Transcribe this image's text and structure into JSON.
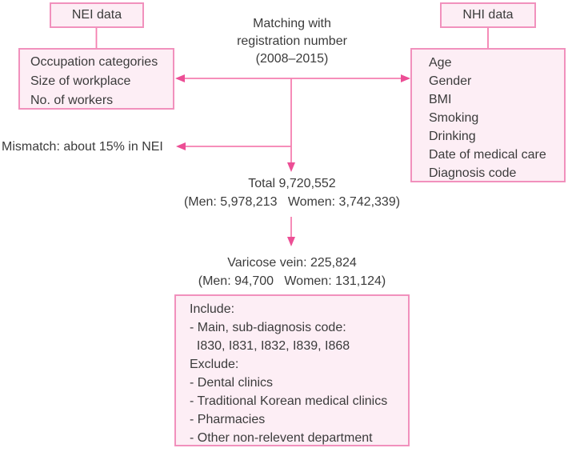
{
  "diagram": {
    "nei": {
      "title": "NEI data",
      "attributes": [
        "Occupation categories",
        "Size of workplace",
        "No. of workers"
      ]
    },
    "nhi": {
      "title": "NHI data",
      "attributes": [
        "Age",
        "Gender",
        "BMI",
        "Smoking",
        "Drinking",
        "Date of medical care",
        "Diagnosis code"
      ]
    },
    "matching": {
      "line1": "Matching with",
      "line2": "registration number",
      "line3": "(2008–2015)"
    },
    "mismatch_label": "Mismatch: about 15% in NEI",
    "total": {
      "line1": "Total 9,720,552",
      "line2": "(Men: 5,978,213   Women: 3,742,339)"
    },
    "varicose": {
      "line1": "Varicose vein: 225,824",
      "line2": "(Men: 94,700   Women: 131,124)"
    },
    "criteria": {
      "lines": [
        "Include:",
        "- Main, sub-diagnosis code:",
        "  I830, I831, I832, I839, I868",
        "Exclude:",
        "- Dental clinics",
        "- Traditional Korean medical clinics",
        "- Pharmacies",
        "- Other non-relevent department"
      ]
    },
    "colors": {
      "box_fill": "#fdeef5",
      "box_border": "#f191bd",
      "arrow_line": "#f57fb0",
      "arrow_head": "#ec4e95",
      "text": "#3b3b3b"
    }
  }
}
